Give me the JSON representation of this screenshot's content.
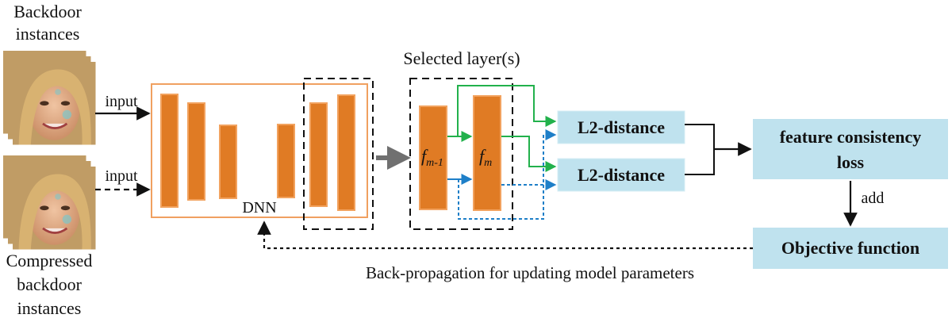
{
  "labels": {
    "backdoor_line1": "Backdoor",
    "backdoor_line2": "instances",
    "compressed_line1": "Compressed",
    "compressed_line2": "backdoor",
    "compressed_line3": "instances",
    "input_top": "input",
    "input_bottom": "input",
    "dnn": "DNN",
    "selected_layers": "Selected layer(s)",
    "f_prev_base": "f",
    "f_prev_sub": "m-1",
    "f_curr_base": "f",
    "f_curr_sub": "m",
    "l2_top": "L2-distance",
    "l2_bottom": "L2-distance",
    "feature_loss_line1": "feature consistency",
    "feature_loss_line2": "loss",
    "add": "add",
    "objective": "Objective function",
    "backprop": "Back-propagation for updating model parameters"
  },
  "colors": {
    "layer_fill": "#E07B24",
    "layer_border": "#F2A25E",
    "dnn_border": "#F0A060",
    "box_fill": "#BFE2EE",
    "green_arrow": "#22B14C",
    "blue_arrow": "#1E7FC8",
    "gray_arrow": "#707070",
    "face_skin": "#D9A27E",
    "face_hair": "#C9A46A"
  },
  "icons": {
    "face_image": "face-photo-icon"
  }
}
